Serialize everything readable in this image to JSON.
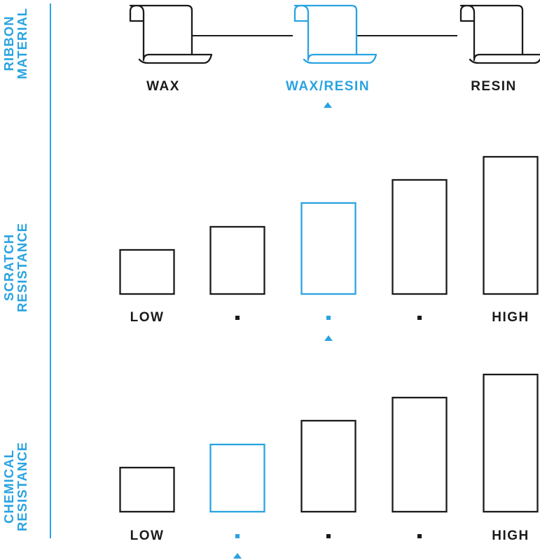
{
  "colors": {
    "accent": "#29a3e1",
    "ink": "#1a1a1a"
  },
  "ribbon_material": {
    "label_line1": "RIBBON",
    "label_line2": "MATERIAL",
    "options": [
      {
        "label": "WAX",
        "highlighted": false
      },
      {
        "label": "WAX/RESIN",
        "highlighted": true
      },
      {
        "label": "RESIN",
        "highlighted": false
      }
    ],
    "selected_index": 1
  },
  "scratch_resistance": {
    "label_line1": "SCRATCH",
    "label_line2": "RESISTANCE",
    "low_label": "LOW",
    "high_label": "HIGH",
    "levels": 5,
    "selected_level": 3
  },
  "chemical_resistance": {
    "label_line1": "CHEMICAL",
    "label_line2": "RESISTANCE",
    "low_label": "LOW",
    "high_label": "HIGH",
    "levels": 5,
    "selected_level": 2
  }
}
